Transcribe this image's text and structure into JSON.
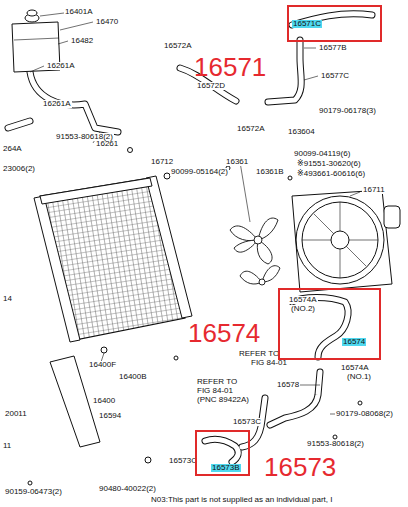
{
  "diagram": {
    "nodes": [
      {
        "text": [
          "16571",
          "16571C"
        ]
      },
      {
        "text": [
          "16574",
          "16574A",
          "(NO.2)",
          "16574"
        ]
      },
      {
        "text": [
          "16573",
          "16573B"
        ]
      }
    ],
    "labels": [
      "16401A",
      "16470",
      "16482",
      "16261A",
      "16261A",
      "16261",
      "264A",
      "23006(2)",
      "16572A",
      "16577B",
      "16572D",
      "16577C",
      "90179-06178(3)",
      "16572A",
      "91553-80618(2)",
      "16712",
      "90099-05164(2)",
      "16361",
      "16361B",
      "163604",
      "90099-04119(6)",
      "※91551-30620(6)",
      "※493661-60616(6)",
      "16711",
      "14",
      "16400F",
      "16400B",
      "16400",
      "16594",
      "20011",
      "11",
      "90159-06473(2)",
      "90480-40022(2)",
      "REFER TO",
      "FIG 84-01",
      "REFER TO",
      "FIG 84-01",
      "(PNC 89422A)",
      "16578",
      "16573C",
      "16573C",
      "90179-08068(2)",
      "91553-80618(2)",
      "N03:This part is not supplied as an individual part, I",
      "16574A",
      "(NO.1)"
    ]
  }
}
